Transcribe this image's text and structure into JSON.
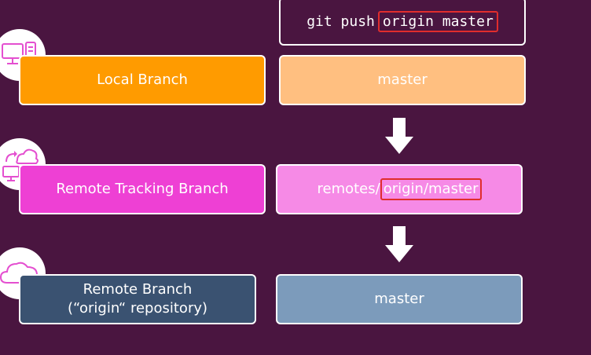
{
  "command": {
    "prefix": "git push",
    "highlight": "origin master"
  },
  "rows": [
    {
      "label": "Local Branch",
      "value": "master",
      "icon": "computer-icon",
      "label_color": "#ff9b00",
      "value_color": "#ffbf80"
    },
    {
      "label": "Remote Tracking Branch",
      "value_prefix": "remotes/",
      "value_highlight": "origin/master",
      "icon": "cloud-sync-computer-icon",
      "label_color": "#ee40d4",
      "value_color": "#f68ae6"
    },
    {
      "label_line1": "Remote Branch",
      "label_line2": "(“origin“ repository)",
      "value": "master",
      "icon": "cloud-icon",
      "label_color": "#3a5271",
      "value_color": "#7c9bbb"
    }
  ],
  "colors": {
    "background": "#4a1540",
    "highlight_border": "#e02d2d",
    "icon_stroke": "#e44fd0"
  }
}
